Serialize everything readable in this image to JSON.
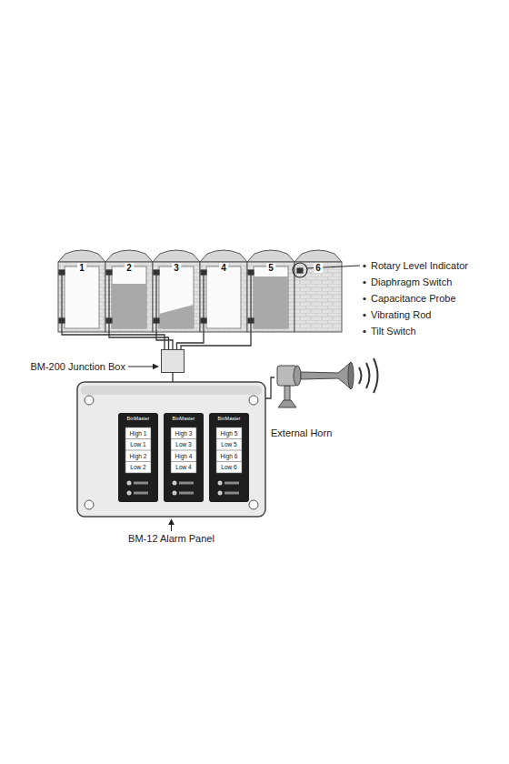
{
  "diagram": {
    "nodes": [
      {
        "text": [
          "1"
        ]
      },
      {
        "text": [
          "2"
        ]
      },
      {
        "text": [
          "3"
        ]
      },
      {
        "text": [
          "4"
        ]
      },
      {
        "text": [
          "5"
        ]
      },
      {
        "text": [
          "6"
        ]
      },
      {
        "text": [
          "BM-200 Junction Box"
        ]
      },
      {
        "text": [
          "BM-12 Alarm Panel"
        ]
      },
      {
        "text": [
          "External Horn"
        ]
      }
    ],
    "edges": [
      {
        "from": 0,
        "to": 6,
        "arrow": "none"
      },
      {
        "from": 1,
        "to": 6,
        "arrow": "none"
      },
      {
        "from": 2,
        "to": 6,
        "arrow": "none"
      },
      {
        "from": 3,
        "to": 6,
        "arrow": "none"
      },
      {
        "from": 4,
        "to": 6,
        "arrow": "none"
      },
      {
        "from": 6,
        "to": 7,
        "arrow": "none"
      },
      {
        "from": 7,
        "to": 8,
        "arrow": "none"
      }
    ],
    "labels": [
      "Rotary Level Indicator",
      "Diaphragm Switch",
      "Capacitance Probe",
      "Vibrating Rod",
      "Tilt Switch",
      "BinMaster",
      "High 1",
      "Low 1",
      "High 2",
      "Low 2",
      "BinMaster",
      "High 3",
      "Low 3",
      "High 4",
      "Low 4",
      "BinMaster",
      "High 5",
      "Low 5",
      "High 6",
      "Low 6"
    ]
  }
}
